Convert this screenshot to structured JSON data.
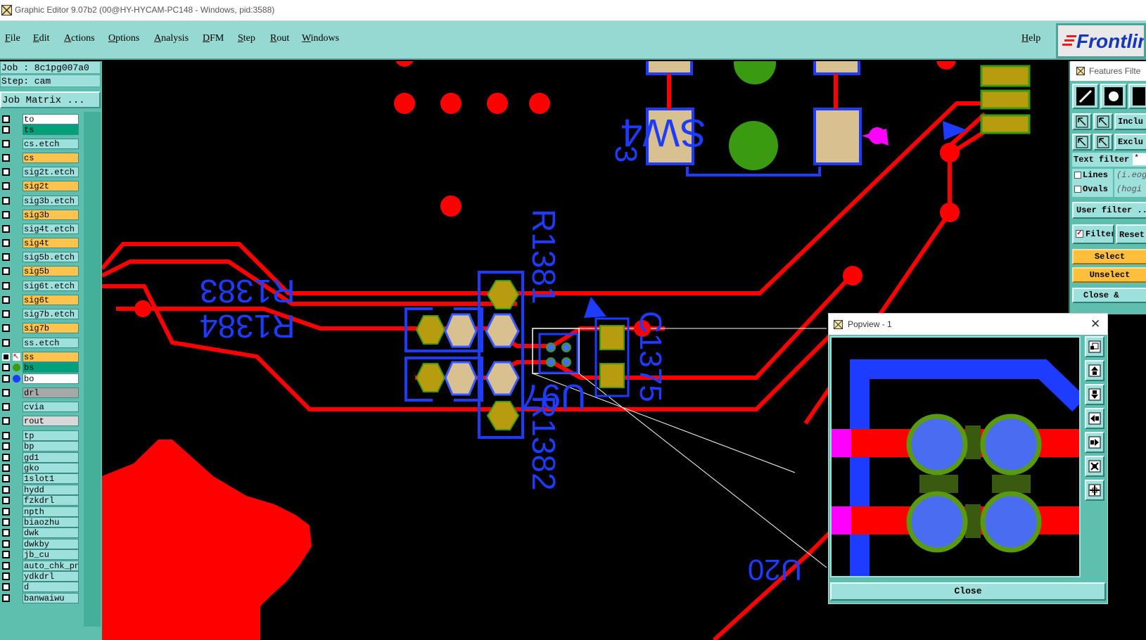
{
  "window": {
    "title": "Graphic Editor 9.07b2 (00@HY-HYCAM-PC148 - Windows, pid:3588)"
  },
  "menu": {
    "items": [
      "File",
      "Edit",
      "Actions",
      "Options",
      "Analysis",
      "DFM",
      "Step",
      "Rout",
      "Windows"
    ],
    "help": "Help",
    "logo": "Frontline"
  },
  "job": {
    "job_line": "Job : 8c1pg007a0",
    "step_line": "Step: cam",
    "matrix_button": "Job Matrix ..."
  },
  "layers": [
    {
      "name": "to",
      "color": "#ffffff",
      "checked": false
    },
    {
      "name": "ts",
      "color": "#00a07a",
      "checked": false
    },
    {
      "name": "cs.etch",
      "color": "#9ee0dc",
      "checked": false
    },
    {
      "name": "cs",
      "color": "#ffc34e",
      "checked": false
    },
    {
      "name": "sig2t.etch",
      "color": "#9ee0dc",
      "checked": false
    },
    {
      "name": "sig2t",
      "color": "#ffc34e",
      "checked": false
    },
    {
      "name": "sig3b.etch",
      "color": "#9ee0dc",
      "checked": false
    },
    {
      "name": "sig3b",
      "color": "#ffc34e",
      "checked": false
    },
    {
      "name": "sig4t.etch",
      "color": "#9ee0dc",
      "checked": false
    },
    {
      "name": "sig4t",
      "color": "#ffc34e",
      "checked": false
    },
    {
      "name": "sig5b.etch",
      "color": "#9ee0dc",
      "checked": false
    },
    {
      "name": "sig5b",
      "color": "#ffc34e",
      "checked": false
    },
    {
      "name": "sig6t.etch",
      "color": "#9ee0dc",
      "checked": false
    },
    {
      "name": "sig6t",
      "color": "#ffc34e",
      "checked": false
    },
    {
      "name": "sig7b.etch",
      "color": "#9ee0dc",
      "checked": false
    },
    {
      "name": "sig7b",
      "color": "#ffc34e",
      "checked": false
    },
    {
      "name": "ss.etch",
      "color": "#9ee0dc",
      "checked": false
    },
    {
      "name": "ss",
      "color": "#ffc34e",
      "checked": true,
      "marker": "edit"
    },
    {
      "name": "bs",
      "color": "#00a07a",
      "checked": false,
      "marker": "green"
    },
    {
      "name": "bo",
      "color": "#ffffff",
      "checked": false,
      "marker": "blue"
    },
    {
      "name": "drl",
      "color": "#a8a8a8",
      "checked": false
    },
    {
      "name": "cvia",
      "color": "#9ee0dc",
      "checked": false
    },
    {
      "name": "rout",
      "color": "#d8d8d8",
      "checked": false
    },
    {
      "name": "tp",
      "color": "#9ee0dc",
      "checked": false
    },
    {
      "name": "bp",
      "color": "#9ee0dc",
      "checked": false
    },
    {
      "name": "gd1",
      "color": "#9ee0dc",
      "checked": false
    },
    {
      "name": "gko",
      "color": "#9ee0dc",
      "checked": false
    },
    {
      "name": "1slot1",
      "color": "#9ee0dc",
      "checked": false
    },
    {
      "name": "hydd",
      "color": "#9ee0dc",
      "checked": false
    },
    {
      "name": "fzkdrl",
      "color": "#9ee0dc",
      "checked": false
    },
    {
      "name": "npth",
      "color": "#9ee0dc",
      "checked": false
    },
    {
      "name": "biaozhu",
      "color": "#9ee0dc",
      "checked": false
    },
    {
      "name": "dwk",
      "color": "#9ee0dc",
      "checked": false
    },
    {
      "name": "dwkby",
      "color": "#9ee0dc",
      "checked": false
    },
    {
      "name": "jb_cu",
      "color": "#9ee0dc",
      "checked": false
    },
    {
      "name": "auto_chk_pn",
      "color": "#9ee0dc",
      "checked": false
    },
    {
      "name": "ydkdrl",
      "color": "#9ee0dc",
      "checked": false
    },
    {
      "name": "d",
      "color": "#9ee0dc",
      "checked": false
    },
    {
      "name": "banwaiwu",
      "color": "#9ee0dc",
      "checked": false
    }
  ],
  "features_filter": {
    "title": "Features Filte",
    "include": "Inclu",
    "exclude": "Exclu",
    "text_filter_label": "Text filter",
    "text_filter_value": "*",
    "lines": "Lines",
    "ovals": "Ovals",
    "lines_right": "(i.eog",
    "ovals_right": "(hogi",
    "user_filter": "User filter ..",
    "filter": "Filter",
    "reset": "Reset",
    "select": "Select",
    "unselect": "Unselect",
    "close": "Close &"
  },
  "board": {
    "labels": {
      "sw4": "SW4",
      "three": "3",
      "r1383": "R1383",
      "r1384": "R1384",
      "r1381": "R1381",
      "r1382": "R1382",
      "c1375": "C1375",
      "u97": "U97",
      "u20": "U20"
    }
  },
  "popview": {
    "title": "Popview - 1",
    "close": "Close"
  },
  "colors": {
    "panel": "#5fbfae",
    "menubar": "#96d8d2",
    "trace": "#ff0000",
    "pad": "#b89c10",
    "silk": "#1e3cff",
    "popview_pad": "#4a6cf0"
  }
}
